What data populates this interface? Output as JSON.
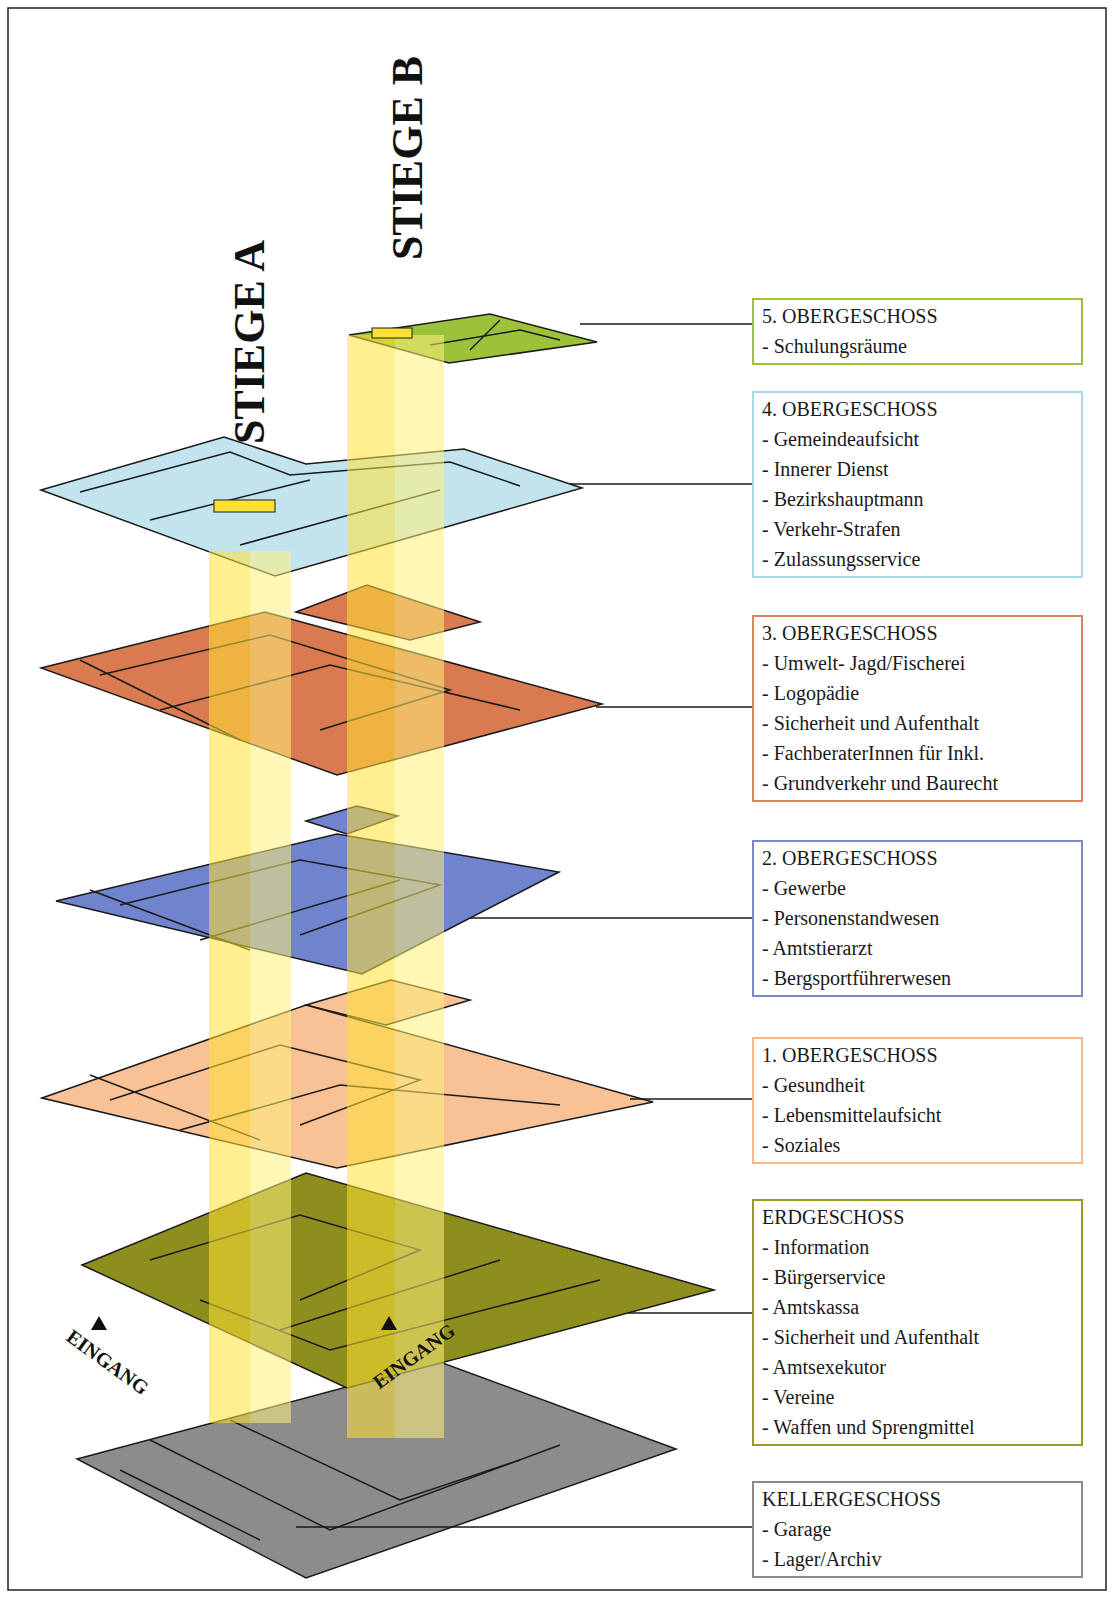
{
  "diagram": {
    "nodes": [
      {
        "text": [
          "5. OBERGESCHOSS",
          "- Schulungsräume"
        ]
      },
      {
        "text": [
          "4. OBERGESCHOSS",
          "- Gemeindeaufsicht",
          "- Innerer Dienst",
          "- Bezirkshauptmann",
          "- Verkehr-Strafen",
          "- Zulassungsservice"
        ]
      },
      {
        "text": [
          "3. OBERGESCHOSS",
          "- Umwelt- Jagd/Fischerei",
          "- Logopädie",
          "- Sicherheit und Aufenthalt",
          "- FachberaterInnen für Inkl.",
          "- Grundverkehr und Baurecht"
        ]
      },
      {
        "text": [
          "2. OBERGESCHOSS",
          "- Gewerbe",
          "- Personenstandwesen",
          "- Amtstierarzt",
          "- Bergsportführerwesen"
        ]
      },
      {
        "text": [
          "1. OBERGESCHOSS",
          "- Gesundheit",
          "- Lebensmittelaufsicht",
          "- Soziales"
        ]
      },
      {
        "text": [
          "ERDGESCHOSS",
          "- Information",
          "- Bürgerservice",
          "- Amtskassa",
          "- Sicherheit und Aufenthalt",
          "- Amtsexekutor",
          "- Vereine",
          "- Waffen und Sprengmittel"
        ]
      },
      {
        "text": [
          "KELLERGESCHOSS",
          "- Garage",
          "- Lager/Archiv"
        ]
      }
    ],
    "labels": [
      "STIEGE B",
      "STIEGE A",
      "EINGANG",
      "EINGANG"
    ]
  }
}
